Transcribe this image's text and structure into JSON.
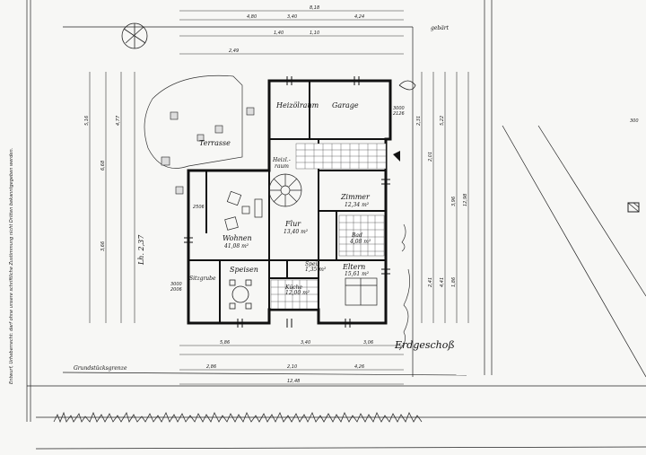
{
  "title": "Erdgeschoß",
  "plot_label": "Grundstücksgrenze",
  "side_note": "Entwurf, Urheberrecht: darf ohne unsere schriftliche Zustimmung nicht Dritten bekanntgegeben werden.",
  "lot_label": "Lh. 2,37",
  "road_label": "gebärt",
  "number_300": "300",
  "rooms": {
    "heizoelraum": "Heizölraum",
    "garage": "Garage",
    "terrasse": "Terrasse",
    "heizraum_a": "Heizl.-",
    "heizraum_b": "raum",
    "zimmer": "Zimmer",
    "zimmer_area": "12,34 m²",
    "flur": "Flur",
    "flur_area": "13,40 m²",
    "wohnen": "Wohnen",
    "wohnen_area": "41,08 m²",
    "bad": "Bad",
    "bad_area": "4,08 m²",
    "eltern": "Eltern",
    "eltern_area": "15,61 m²",
    "sitzgrube": "Sitzgrube",
    "speisen": "Speisen",
    "speis": "Speis",
    "speis_area": "1,35 m²",
    "kueche": "Küche",
    "kueche_area": "12,00 m²"
  },
  "dims": {
    "top_total": "8,18",
    "top_a": "4,80",
    "top_b": "3,40",
    "top_c": "4,24",
    "top_d": "1,40",
    "top_e": "1,10",
    "top_f": "2,49",
    "bottom_total": "12,48",
    "bottom_a": "5,86",
    "bottom_b": "3,40",
    "bottom_c": "3,06",
    "bottom_d": "2,86",
    "bottom_e": "2,10",
    "bottom_f": "4,26",
    "left_a": "5,16",
    "left_b": "6,68",
    "left_c": "4,77",
    "left_d": "3,66",
    "right_a": "2,31",
    "right_b": "2,01",
    "right_c": "5,22",
    "right_d": "3,96",
    "right_e": "2,41",
    "right_f": "4,41",
    "right_g": "12,98",
    "right_h": "1,86",
    "lh_a": "3000",
    "lh_b": "2126",
    "lh_c": "2506",
    "lh_d": "3000",
    "lh_e": "2006"
  }
}
